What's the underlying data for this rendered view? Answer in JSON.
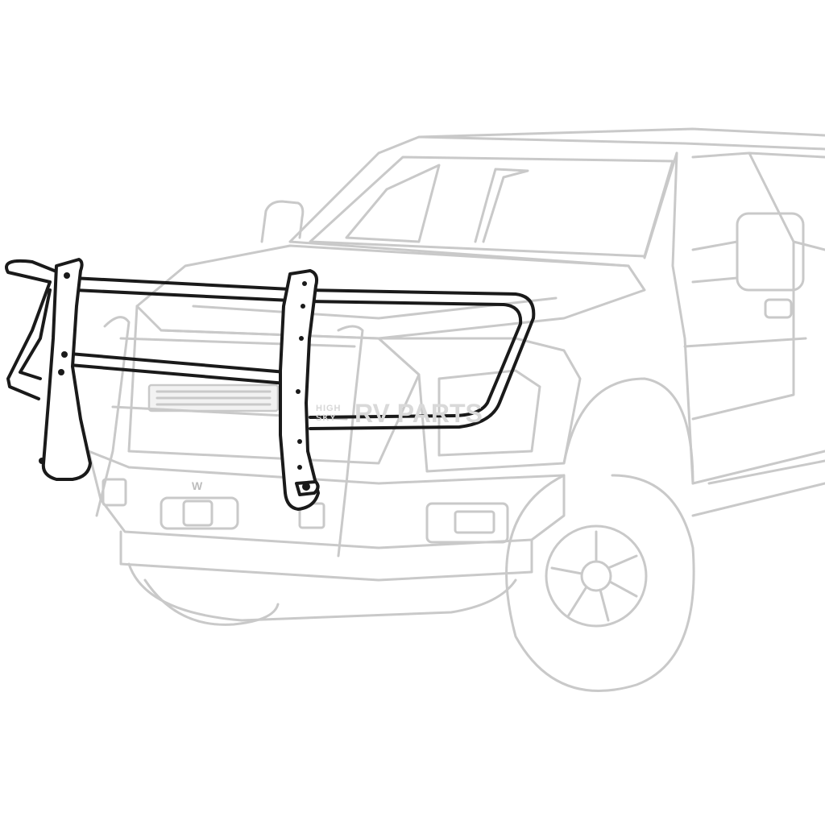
{
  "illustration": {
    "subject": "grille-guard-on-pickup-truck",
    "truck_color": "#c9c9c9",
    "guard_color": "#1a1a1a"
  },
  "watermark": {
    "line1": "HIGH",
    "line2": "SKY",
    "brand": "RV PARTS"
  },
  "winch_badge": "W"
}
